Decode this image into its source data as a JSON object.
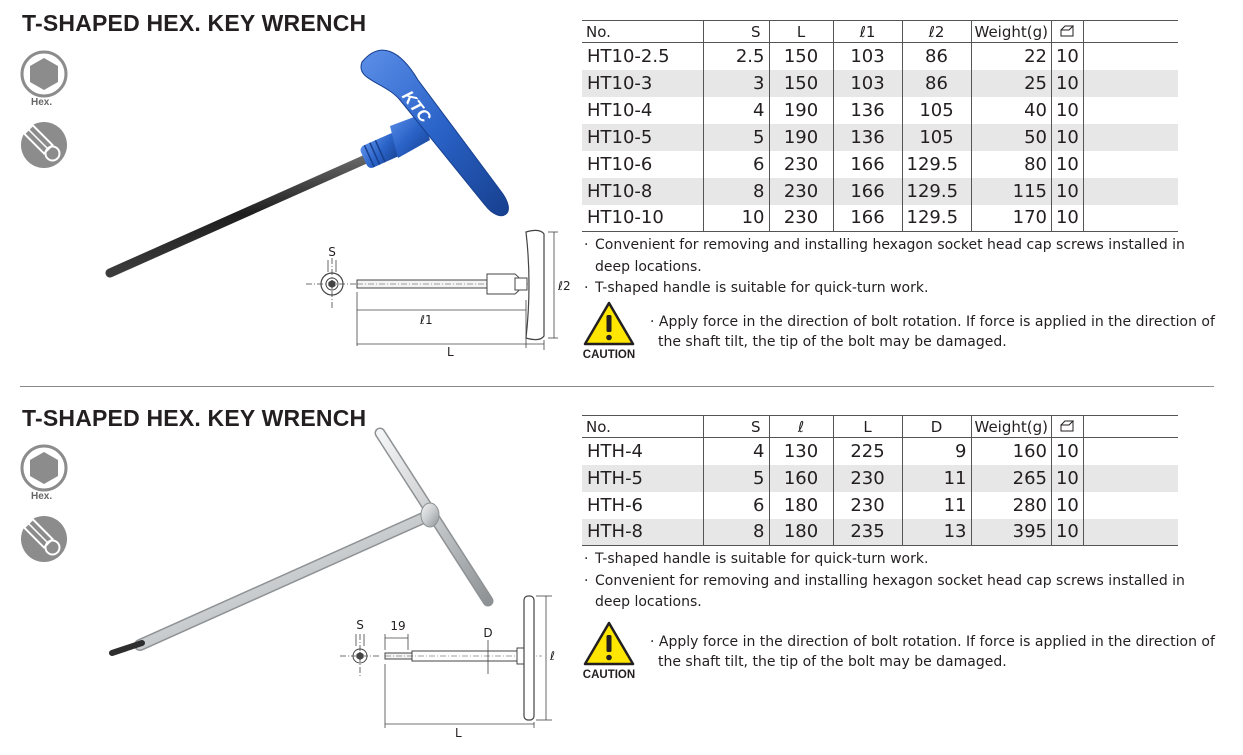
{
  "sections": [
    {
      "title": "T-SHAPED HEX. KEY WRENCH",
      "icon_label": "Hex.",
      "icons": [
        "hex-socket-icon",
        "ball-point-hex-icon"
      ],
      "brand_mark": "KTC",
      "dims": {
        "s": "S",
        "l1": "ℓ1",
        "l2": "ℓ2",
        "L": "L"
      },
      "table": {
        "headers": [
          "No.",
          "S",
          "L",
          "ℓ1",
          "ℓ2",
          "Weight(g)",
          ""
        ],
        "rows": [
          [
            "HT10-2.5",
            "2.5",
            "150",
            "103",
            "86",
            "22",
            "10"
          ],
          [
            "HT10-3",
            "3",
            "150",
            "103",
            "86",
            "25",
            "10"
          ],
          [
            "HT10-4",
            "4",
            "190",
            "136",
            "105",
            "40",
            "10"
          ],
          [
            "HT10-5",
            "5",
            "190",
            "136",
            "105",
            "50",
            "10"
          ],
          [
            "HT10-6",
            "6",
            "230",
            "166",
            "129.5",
            "80",
            "10"
          ],
          [
            "HT10-8",
            "8",
            "230",
            "166",
            "129.5",
            "115",
            "10"
          ],
          [
            "HT10-10",
            "10",
            "230",
            "166",
            "129.5",
            "170",
            "10"
          ]
        ]
      },
      "notes": [
        "Convenient for removing and installing hexagon socket head cap screws installed in deep locations.",
        "T-shaped handle is suitable for quick-turn work."
      ],
      "caution_label": "CAUTION",
      "caution_text": "· Apply force in the direction of bolt rotation. If force is applied in the direction of the shaft tilt, the tip of the bolt may be damaged."
    },
    {
      "title": "T-SHAPED HEX. KEY WRENCH",
      "icon_label": "Hex.",
      "icons": [
        "hex-socket-icon",
        "ball-point-hex-icon"
      ],
      "dims": {
        "s": "S",
        "d19": "19",
        "D": "D",
        "l": "ℓ",
        "L": "L"
      },
      "table": {
        "headers": [
          "No.",
          "S",
          "ℓ",
          "L",
          "D",
          "Weight(g)",
          ""
        ],
        "rows": [
          [
            "HTH-4",
            "4",
            "130",
            "225",
            "9",
            "160",
            "10"
          ],
          [
            "HTH-5",
            "5",
            "160",
            "230",
            "11",
            "265",
            "10"
          ],
          [
            "HTH-6",
            "6",
            "180",
            "230",
            "11",
            "280",
            "10"
          ],
          [
            "HTH-8",
            "8",
            "180",
            "235",
            "13",
            "395",
            "10"
          ]
        ]
      },
      "notes": [
        "T-shaped handle is suitable for quick-turn work.",
        "Convenient for removing and installing hexagon socket head cap screws installed in deep locations."
      ],
      "caution_label": "CAUTION",
      "caution_text": "· Apply force in the direction of bolt rotation. If force is applied in the direction of the shaft tilt, the tip of the bolt may be damaged."
    }
  ],
  "colors": {
    "handle_blue": "#2a63c8",
    "shaft_dark": "#2e2e2e",
    "steel": "#d6d8da",
    "row_shade": "#e7e7e8",
    "caution_yellow": "#ffe600",
    "icon_gray": "#8c8c8c"
  }
}
